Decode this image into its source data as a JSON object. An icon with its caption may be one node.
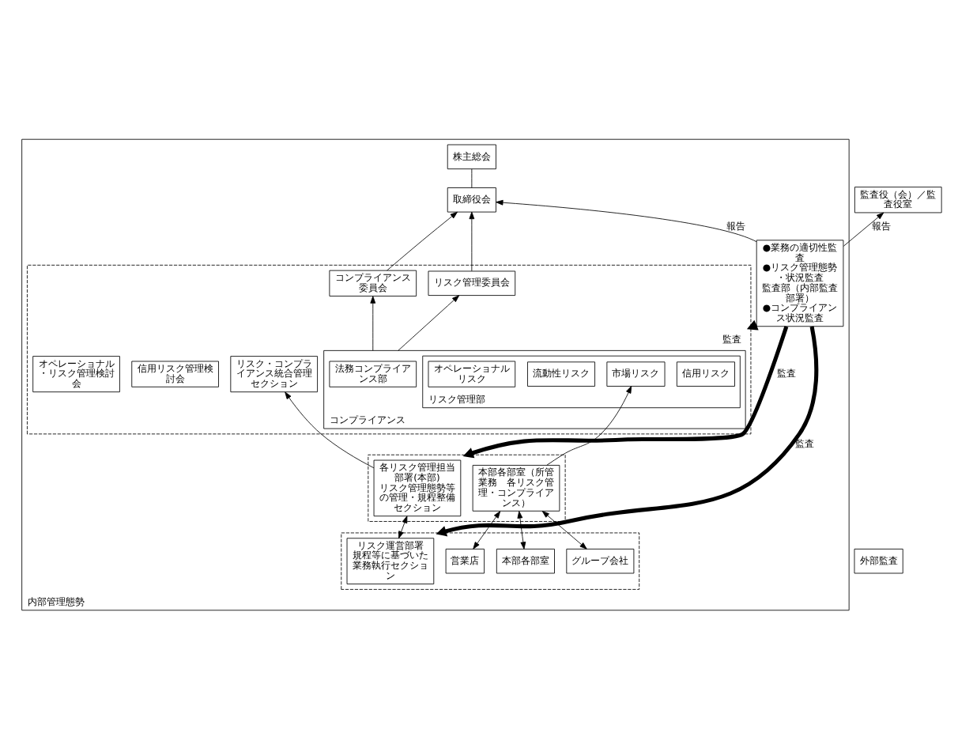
{
  "diagram": {
    "nodes": [
      {
        "text": [
          "内部管理態勢"
        ]
      },
      {
        "text": [
          "株主総会"
        ],
        "in": 0
      },
      {
        "text": [
          "取締役会"
        ],
        "in": 0
      },
      {
        "text": [],
        "shape": "box",
        "in": 0
      },
      {
        "text": [
          "リスク・コンプライアンス統合管理セクション"
        ],
        "in": 3
      },
      {
        "text": [
          "コンプライアンス委員会"
        ],
        "in": 3
      },
      {
        "text": [
          "リスク管理委員会"
        ],
        "in": 3
      },
      {
        "text": [
          "信用リスク管理検討会"
        ],
        "in": 3
      },
      {
        "text": [
          "オペレーショナル・リスク管理検討会"
        ],
        "in": 3
      },
      {
        "text": [
          "コンプライアンス"
        ],
        "in": 3
      },
      {
        "text": [
          "法務コンプライアンス部"
        ],
        "in": 9
      },
      {
        "text": [
          "リスク管理部"
        ],
        "in": 9
      },
      {
        "text": [
          "信用リスク"
        ],
        "in": 11
      },
      {
        "text": [
          "市場リスク"
        ],
        "in": 11
      },
      {
        "text": [
          "流動性リスク"
        ],
        "in": 11
      },
      {
        "text": [
          "オペレーショナルリスク"
        ],
        "in": 11
      },
      {
        "text": [],
        "shape": "box",
        "in": 0
      },
      {
        "text": [
          "各リスク管理担当部署(本部)",
          "リスク管理態勢等の管理・規程整備セクション"
        ],
        "in": 16
      },
      {
        "text": [
          "本部各部室（所管業務　各リスク管理・コンプライアンス）"
        ],
        "in": 16
      },
      {
        "text": [],
        "shape": "box",
        "in": 0
      },
      {
        "text": [
          "リスク運営部署",
          "規程等に基づいた業務執行セクション"
        ],
        "in": 19
      },
      {
        "text": [
          "営業店"
        ],
        "in": 19
      },
      {
        "text": [
          "本部各部室"
        ],
        "in": 19
      },
      {
        "text": [
          "グループ会社"
        ],
        "in": 19
      },
      {
        "text": [
          "●業務の適切性監査",
          "●リスク管理態勢・状況監査",
          "監査部（内部監査部署）",
          "●コンプライアンス状況監査"
        ],
        "in": 0
      },
      {
        "text": [
          "監査役（会）／監査役室"
        ]
      },
      {
        "text": [
          "外部監査"
        ]
      }
    ],
    "edges": [
      {
        "from": 1,
        "to": 2,
        "arrow": "none"
      },
      {
        "from": 5,
        "to": 2,
        "arrow": "to"
      },
      {
        "from": 6,
        "to": 2,
        "arrow": "to"
      },
      {
        "from": 24,
        "to": 2,
        "arrow": "to",
        "label": "報告"
      },
      {
        "from": 9,
        "to": 5,
        "arrow": "to"
      },
      {
        "from": 9,
        "to": 6,
        "arrow": "to"
      },
      {
        "from": 24,
        "to": 3,
        "arrow": "to",
        "label": "監査",
        "style": "thick"
      },
      {
        "from": 24,
        "to": 25,
        "arrow": "to",
        "label": "報告"
      },
      {
        "from": 17,
        "to": 4,
        "arrow": "to"
      },
      {
        "from": 18,
        "to": 13,
        "arrow": "to"
      },
      {
        "from": 24,
        "to": 16,
        "arrow": "to",
        "label": "監査",
        "style": "thick"
      },
      {
        "from": 17,
        "to": 20,
        "arrow": "both"
      },
      {
        "from": 18,
        "to": 21,
        "arrow": "both"
      },
      {
        "from": 18,
        "to": 22,
        "arrow": "both"
      },
      {
        "from": 18,
        "to": 23,
        "arrow": "both"
      },
      {
        "from": 24,
        "to": 19,
        "arrow": "to",
        "label": "監査",
        "style": "thick"
      }
    ]
  }
}
